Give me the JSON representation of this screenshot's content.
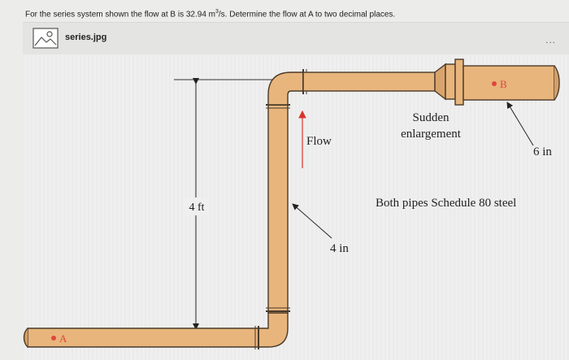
{
  "question": {
    "pre": "For the series system shown the flow at B is 32.94 m",
    "sup": "3",
    "post": "/s. Determine the flow at A to two decimal places."
  },
  "attachment": {
    "icon": "image-file-icon",
    "filename": "series.jpg",
    "menu": "..."
  },
  "figure": {
    "dimension_label": "4 ft",
    "flow_label": "Flow",
    "pipe_size_small": "4 in",
    "enlargement_line1": "Sudden",
    "enlargement_line2": "enlargement",
    "pipe_size_large": "6 in",
    "note": "Both pipes Schedule 80 steel",
    "point_a": "A",
    "point_b": "B",
    "colors": {
      "pipe_fill": "#e8b57c",
      "pipe_stroke": "#4a3a2a",
      "marker_red": "#e0463c",
      "flow_arrow": "#d9342b"
    }
  }
}
